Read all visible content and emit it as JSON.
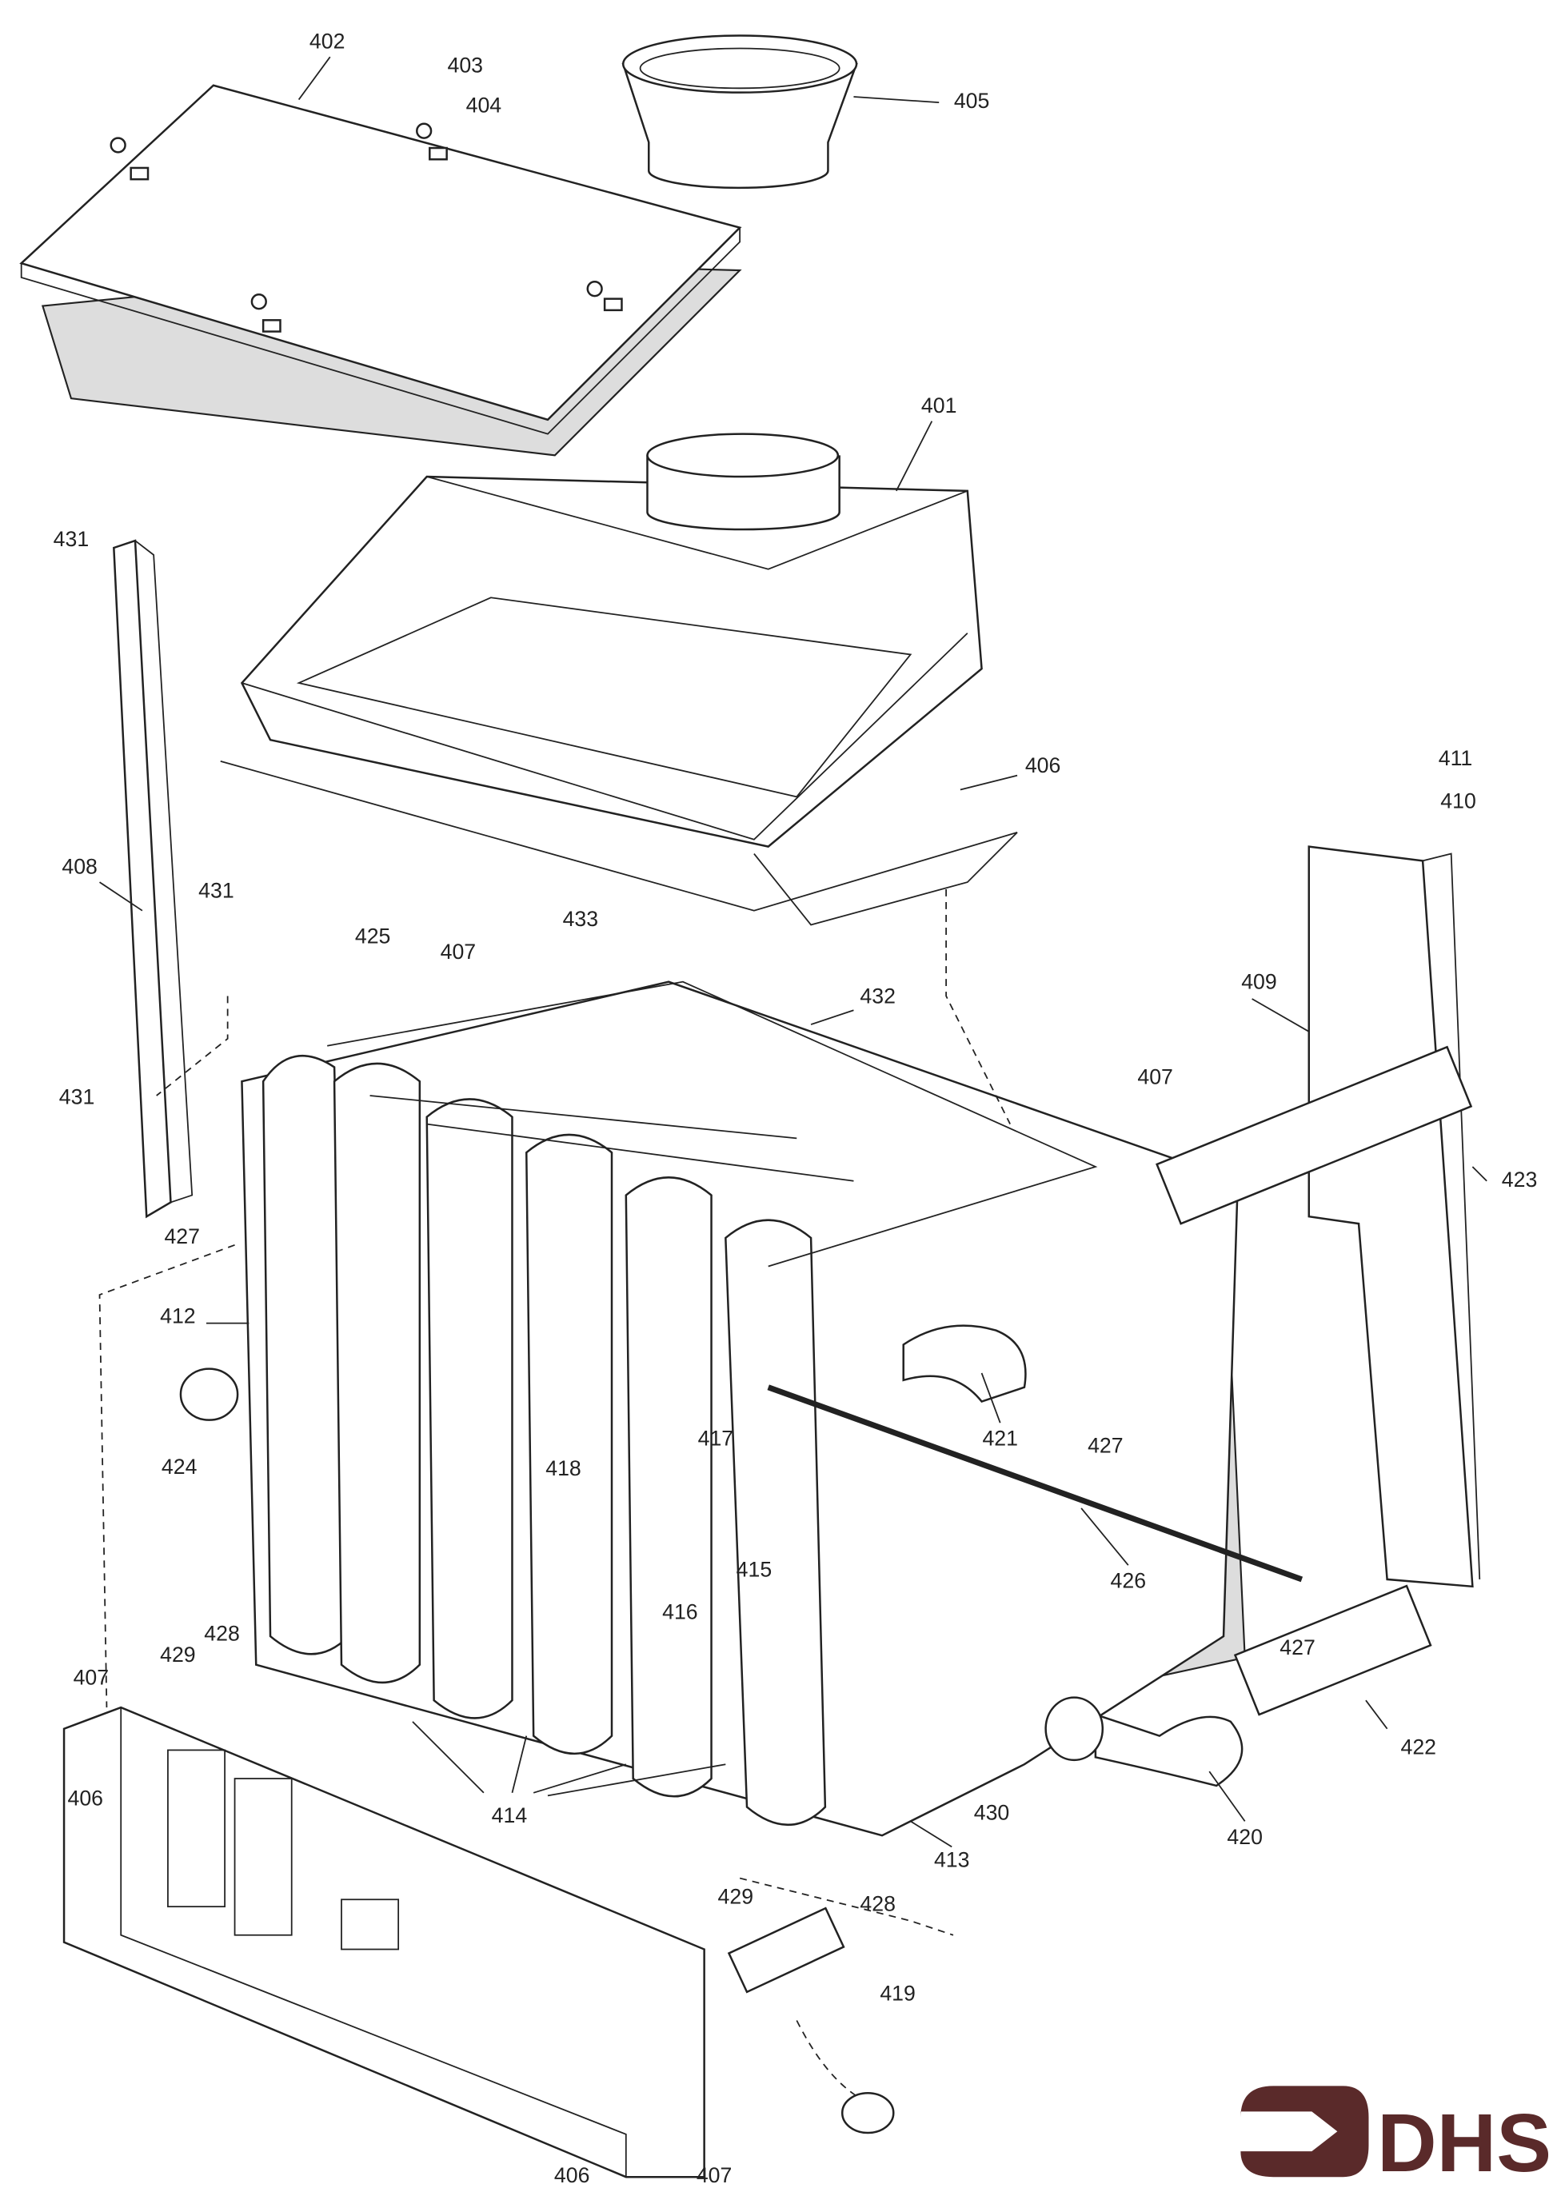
{
  "diagram": {
    "labels": [
      "402",
      "403",
      "404",
      "405",
      "401",
      "431",
      "406",
      "411",
      "410",
      "408",
      "431",
      "425",
      "407",
      "433",
      "432",
      "409",
      "407",
      "431",
      "423",
      "427",
      "412",
      "424",
      "421",
      "427",
      "418",
      "417",
      "415",
      "416",
      "426",
      "427",
      "429",
      "428",
      "407",
      "406",
      "414",
      "430",
      "413",
      "422",
      "420",
      "429",
      "428",
      "419",
      "406",
      "407"
    ],
    "logo_text": "DHS",
    "logo_color": "#5a2a2a"
  }
}
